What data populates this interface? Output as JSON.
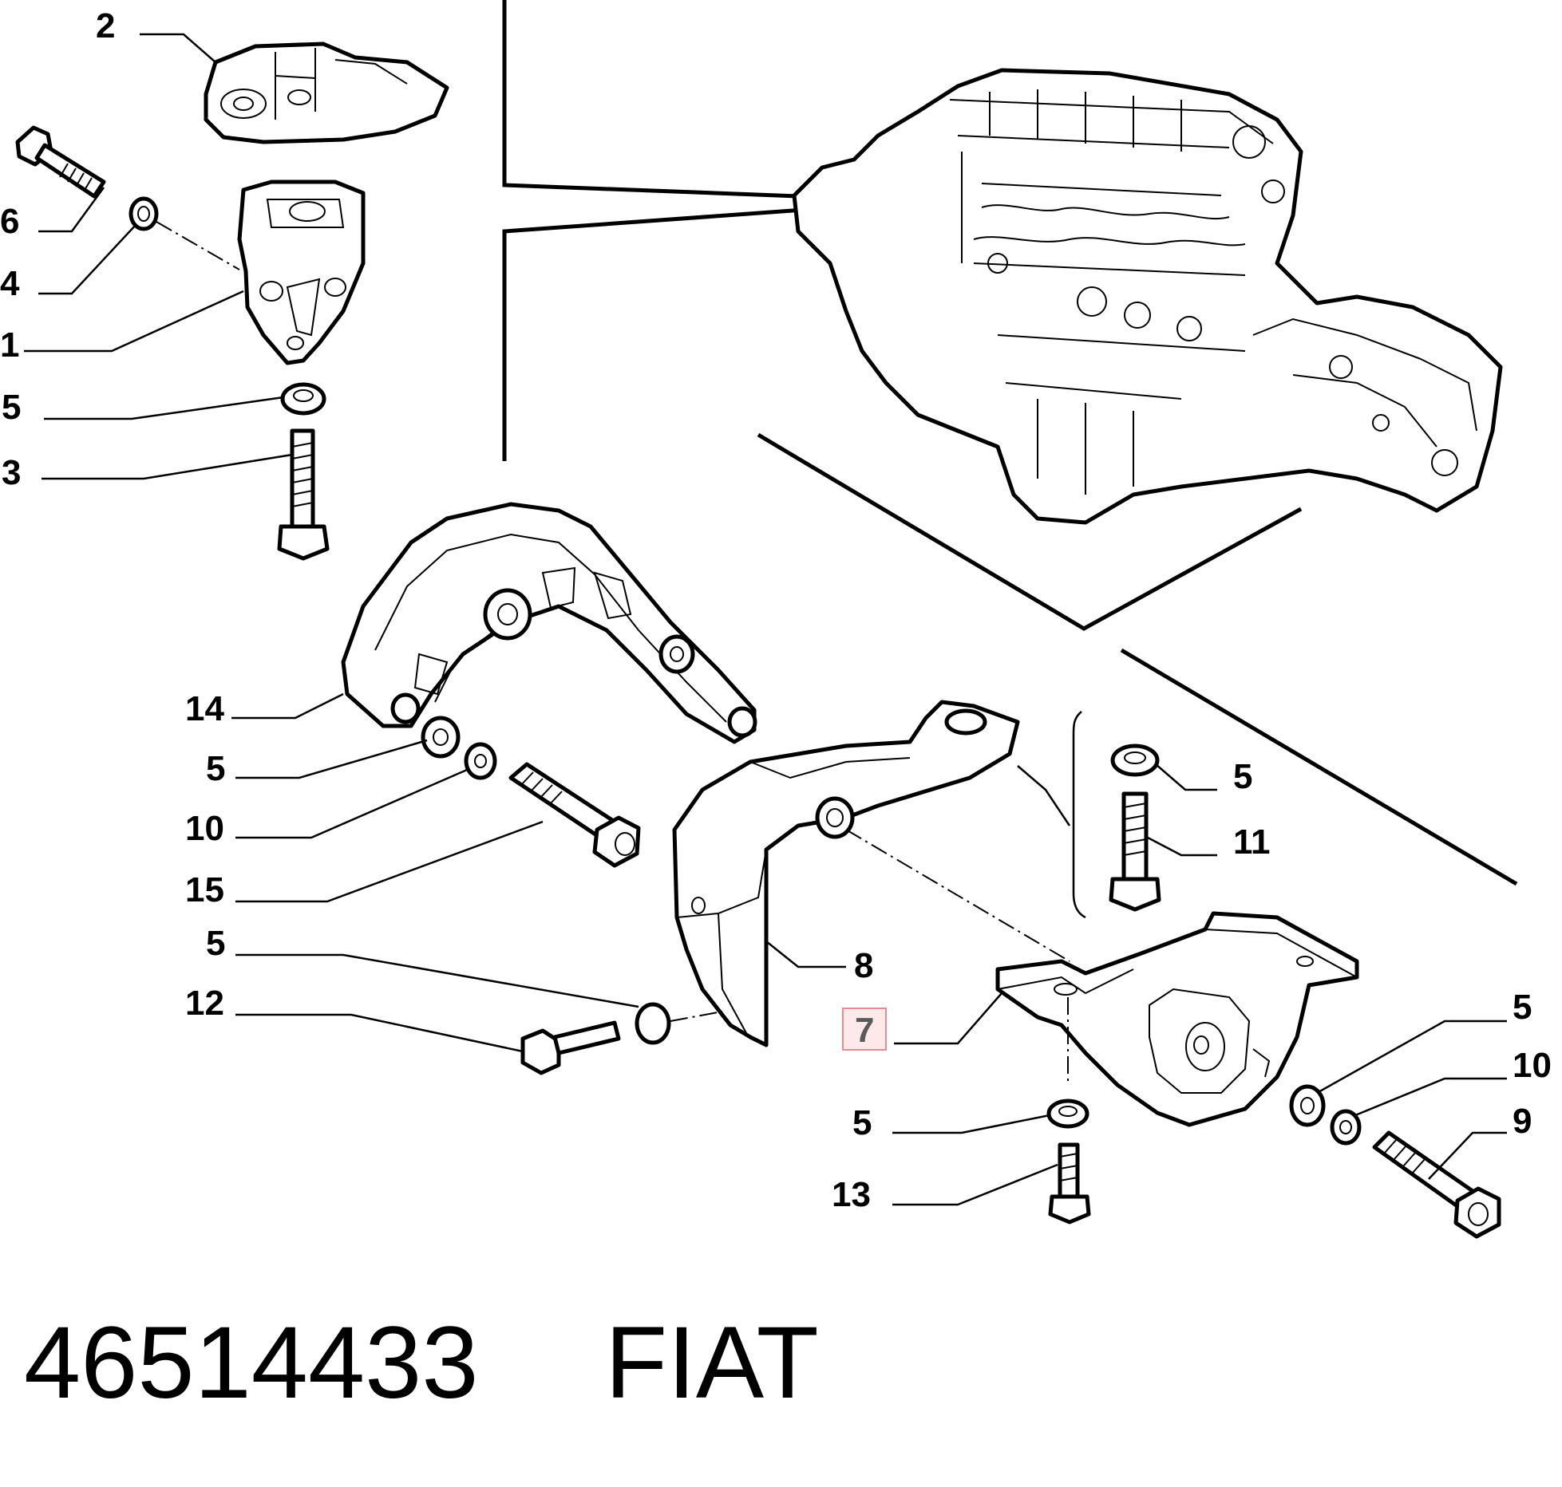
{
  "callouts": {
    "c2": "2",
    "c6": "6",
    "c4": "4",
    "c1": "1",
    "c5a": "5",
    "c3": "3",
    "c14": "14",
    "c5b": "5",
    "c10a": "10",
    "c15": "15",
    "c5c": "5",
    "c12": "12",
    "c8": "8",
    "c7": "7",
    "c5d": "5",
    "c11": "11",
    "c5e": "5",
    "c10b": "10",
    "c9": "9",
    "c5f": "5",
    "c13": "13"
  },
  "highlight": {
    "part": "7",
    "border_color": "#e88a93",
    "fill_color": "#fde8ea"
  },
  "footer": {
    "part_number": "46514433",
    "brand": "FIAT"
  },
  "icons": {
    "engine": "engine-gearbox-assembly-illustration",
    "mount": "engine-mount-bracket-illustration"
  }
}
